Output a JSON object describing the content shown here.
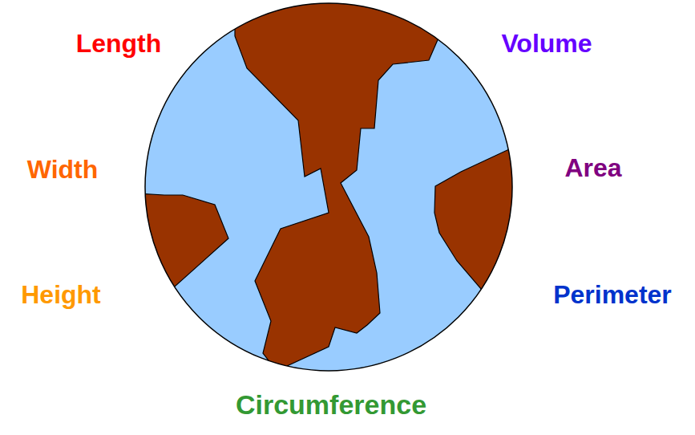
{
  "diagram": {
    "labels": [
      "Length",
      "Volume",
      "Width",
      "Area",
      "Height",
      "Perimeter",
      "Circumference"
    ]
  }
}
